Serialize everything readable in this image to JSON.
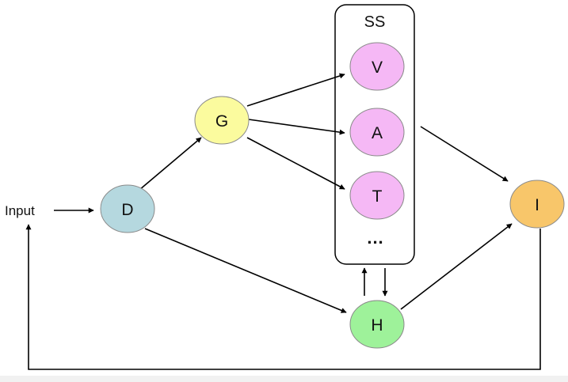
{
  "diagram": {
    "input_label": "Input",
    "group": {
      "label": "SS",
      "ellipsis": "..."
    },
    "nodes": {
      "D": {
        "label": "D",
        "fill": "#b5d8df"
      },
      "G": {
        "label": "G",
        "fill": "#fbfb9e"
      },
      "V": {
        "label": "V",
        "fill": "#f5b8f5"
      },
      "A": {
        "label": "A",
        "fill": "#f5b8f5"
      },
      "T": {
        "label": "T",
        "fill": "#f5b8f5"
      },
      "H": {
        "label": "H",
        "fill": "#9ef29a"
      },
      "I": {
        "label": "I",
        "fill": "#f8c66a"
      }
    },
    "edges": [
      [
        "Input",
        "D"
      ],
      [
        "D",
        "G"
      ],
      [
        "G",
        "V"
      ],
      [
        "G",
        "A"
      ],
      [
        "G",
        "T"
      ],
      [
        "D",
        "H"
      ],
      [
        "SS",
        "I"
      ],
      [
        "H",
        "I"
      ],
      [
        "H",
        "SS"
      ],
      [
        "SS",
        "H"
      ],
      [
        "I",
        "Input"
      ]
    ],
    "colors": {
      "stroke": "#000000",
      "node_outline": "#8a8a8a"
    }
  }
}
